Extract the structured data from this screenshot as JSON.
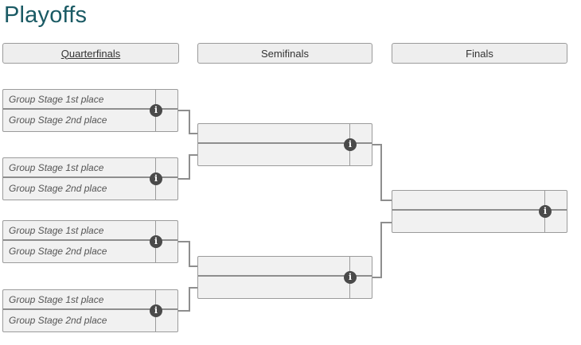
{
  "page": {
    "title": "Playoffs"
  },
  "rounds": [
    {
      "label": "Quarterfinals",
      "underlined": true
    },
    {
      "label": "Semifinals",
      "underlined": false
    },
    {
      "label": "Finals",
      "underlined": false
    }
  ],
  "bracket": {
    "quarterfinals": [
      {
        "top": "Group Stage 1st place",
        "bottom": "Group Stage 2nd place"
      },
      {
        "top": "Group Stage 1st place",
        "bottom": "Group Stage 2nd place"
      },
      {
        "top": "Group Stage 1st place",
        "bottom": "Group Stage 2nd place"
      },
      {
        "top": "Group Stage 1st place",
        "bottom": "Group Stage 2nd place"
      }
    ],
    "semifinals": [
      {
        "top": "",
        "bottom": ""
      },
      {
        "top": "",
        "bottom": ""
      }
    ],
    "finals": [
      {
        "top": "",
        "bottom": ""
      }
    ]
  },
  "icons": {
    "info": "i"
  },
  "colors": {
    "title": "#1a5a64",
    "box_fill": "#f1f1f1",
    "box_border": "#9b9b9b",
    "connector": "#8e8e8e",
    "icon_bg": "#4a4a4a",
    "header_fill": "#eeeeee",
    "team_text": "#555555"
  }
}
